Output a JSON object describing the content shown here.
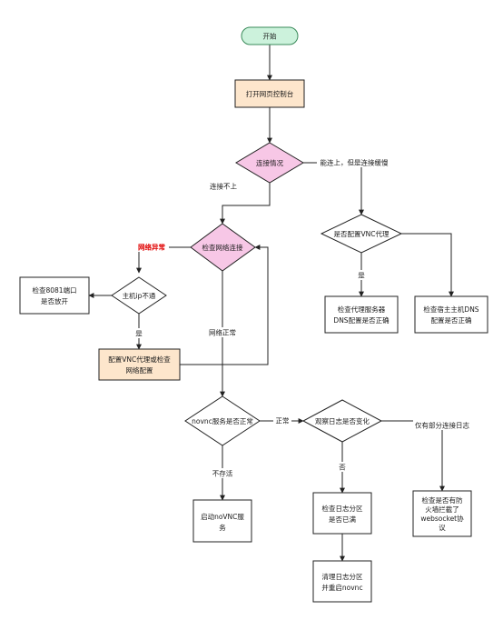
{
  "colors": {
    "start_fill": "#ccf2dc",
    "start_stroke": "#3a8a5a",
    "action_fill": "#fde6cc",
    "decision_fill": "#f7c7e6",
    "plain_fill": "#ffffff",
    "stroke": "#222222",
    "warning_text": "#e00000"
  },
  "nodes": {
    "start": "开始",
    "open_console": "打开网页控制台",
    "connection_status": "连接情况",
    "check_network": "检查网络连接",
    "vnc_proxy_configured": "是否配置VNC代理",
    "check_proxy_dns_line1": "检查代理服务器",
    "check_proxy_dns_line2": "DNS配置是否正确",
    "check_host_dns_line1": "检查宿主主机DNS",
    "check_host_dns_line2": "配置是否正确",
    "check_port_line1": "检查8081端口",
    "check_port_line2": "是否放开",
    "host_ip_unreachable": "主机ip不通",
    "config_vnc_line1": "配置VNC代理或检查",
    "config_vnc_line2": "网络配置",
    "novnc_service_ok": "novnc服务是否正常",
    "observe_logs": "观察日志是否变化",
    "start_novnc_line1": "启动noVNC服",
    "start_novnc_line2": "务",
    "check_log_partition_line1": "检查日志分区",
    "check_log_partition_line2": "是否已满",
    "check_firewall_line1": "检查是否有防",
    "check_firewall_line2": "火墙拦截了",
    "check_firewall_line3": "websocket协",
    "check_firewall_line4": "议",
    "clean_log_line1": "清理日志分区",
    "clean_log_line2": "并重启novnc"
  },
  "edge_labels": {
    "connected_but_slow": "能连上，但是连接缓慢",
    "cannot_connect": "连接不上",
    "network_abnormal": "网络异常",
    "yes_proxy": "是",
    "yes_ip": "是",
    "network_normal": "网络正常",
    "normal": "正常",
    "not_exist": "不存活",
    "no": "否",
    "partial_logs": "仅有部分连接日志"
  }
}
